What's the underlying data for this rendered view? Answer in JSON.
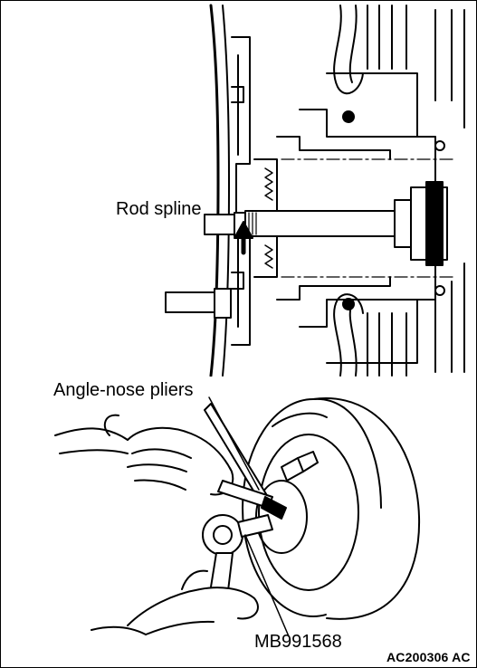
{
  "labels": {
    "rod_spline": "Rod spline",
    "angle_nose_pliers": "Angle-nose pliers",
    "tool_number": "MB991568",
    "figure_code": "AC200306 AC"
  }
}
